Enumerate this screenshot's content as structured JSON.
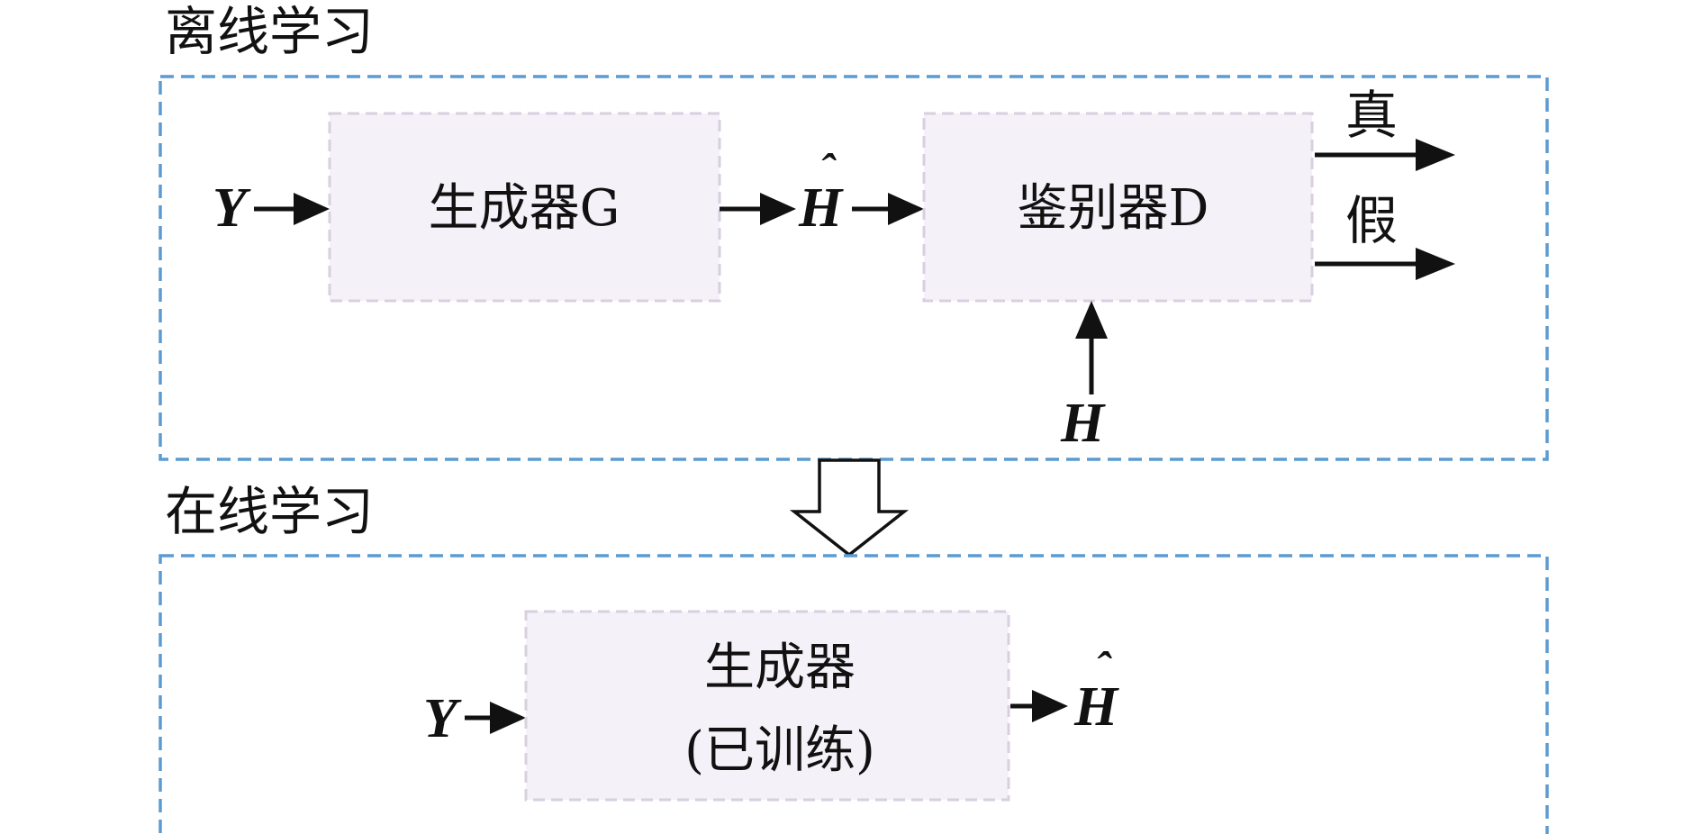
{
  "colors": {
    "section_border": "#5b9bd1",
    "block_border": "#d9cfe0",
    "block_fill": "#f4f2f8",
    "ink": "#111111"
  },
  "offline": {
    "title": "离线学习",
    "input": "Y",
    "generator_label": "生成器G",
    "intermediate": "H",
    "intermediate_accent": "ˆ",
    "discriminator_label": "鉴别器D",
    "real_input": "H",
    "output_real": "真",
    "output_fake": "假"
  },
  "transition_icon": "hollow-down-arrow-icon",
  "online": {
    "title": "在线学习",
    "input": "Y",
    "generator_label_line1": "生成器",
    "generator_label_line2": "(已训练)",
    "output": "H",
    "output_accent": "ˆ"
  }
}
